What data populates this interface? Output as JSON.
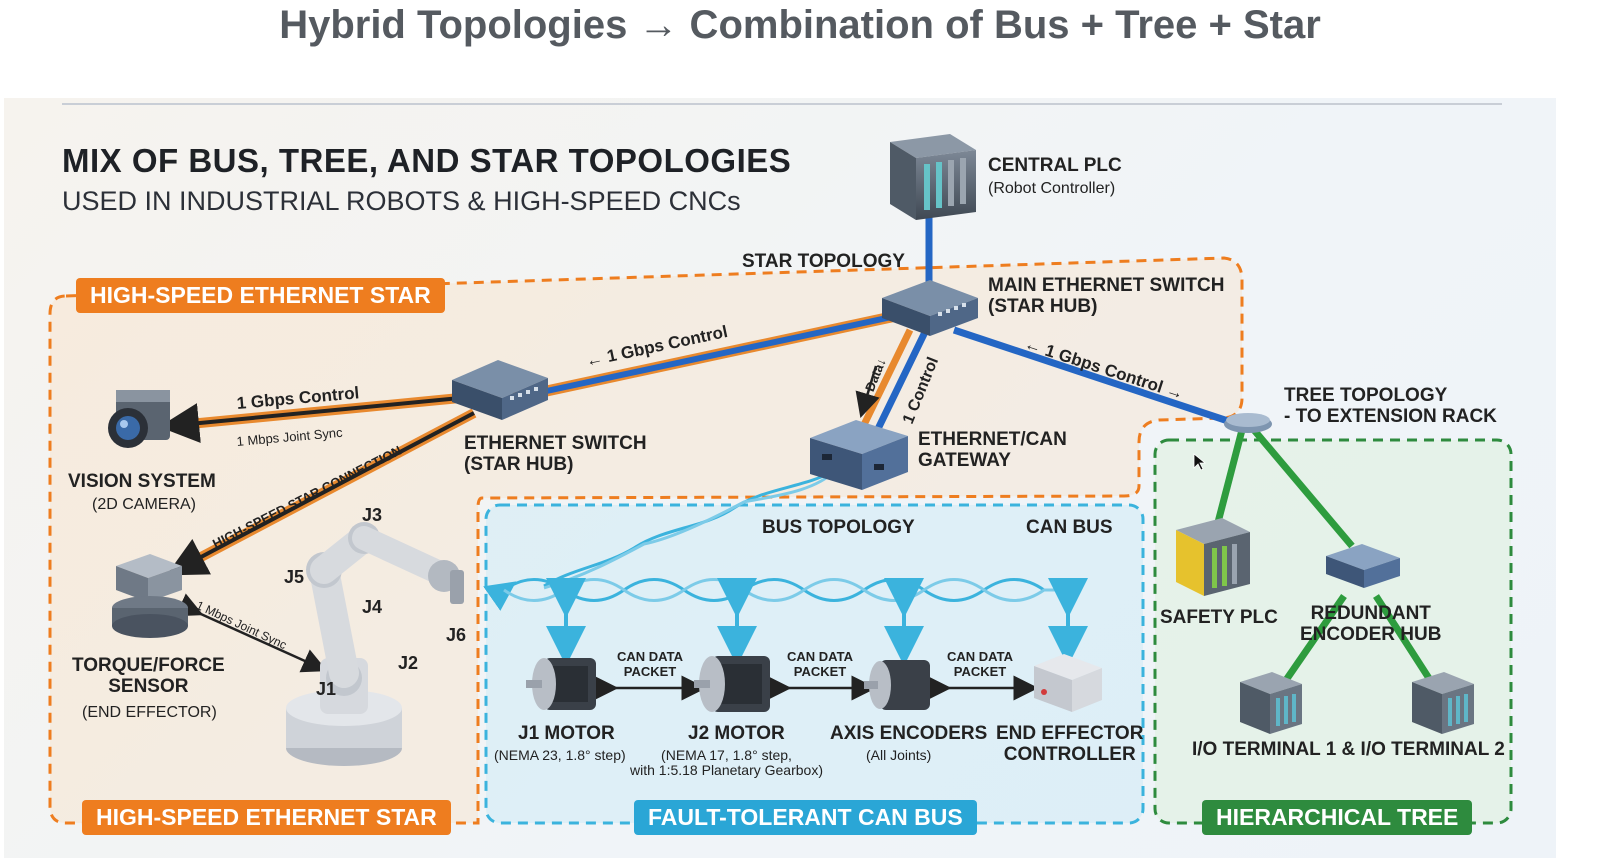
{
  "page": {
    "title": "Hybrid Topologies → Combination of Bus + Tree + Star"
  },
  "diagram": {
    "heading": "MIX OF BUS, TREE, AND STAR TOPOLOGIES",
    "subheading": "USED IN INDUSTRIAL ROBOTS & HIGH-SPEED CNCs",
    "zones": {
      "star_top": "HIGH-SPEED ETHERNET STAR",
      "star_bottom": "HIGH-SPEED ETHERNET STAR",
      "bus": "FAULT-TOLERANT CAN BUS",
      "tree": "HIERARCHICAL TREE"
    },
    "labels": {
      "star_topology": "STAR TOPOLOGY",
      "tree_topology": "TREE TOPOLOGY\n- TO EXTENSION RACK",
      "bus_topology": "BUS TOPOLOGY",
      "can_bus": "CAN BUS"
    },
    "nodes": {
      "central_plc": {
        "name": "CENTRAL PLC",
        "sub": "(Robot Controller)"
      },
      "main_switch": {
        "name": "MAIN ETHERNET SWITCH\n(STAR HUB)"
      },
      "ethernet_switch": {
        "name": "ETHERNET SWITCH\n(STAR HUB)"
      },
      "gateway": {
        "name": "ETHERNET/CAN\nGATEWAY"
      },
      "vision": {
        "name": "VISION SYSTEM",
        "sub": "(2D CAMERA)"
      },
      "torque": {
        "name": "TORQUE/FORCE\nSENSOR",
        "sub": "(END EFFECTOR)"
      },
      "j1_motor": {
        "name": "J1 MOTOR",
        "sub": "(NEMA 23, 1.8° step)"
      },
      "j2_motor": {
        "name": "J2 MOTOR",
        "sub": "(NEMA 17, 1.8° step,\nwith 1:5.18 Planetary Gearbox)"
      },
      "encoders": {
        "name": "AXIS ENCODERS",
        "sub": "(All Joints)"
      },
      "end_effector": {
        "name": "END EFFECTOR\nCONTROLLER"
      },
      "safety_plc": {
        "name": "SAFETY PLC"
      },
      "encoder_hub": {
        "name": "REDUNDANT\nENCODER HUB"
      },
      "io_terminals": {
        "name": "I/O TERMINAL 1 & I/O TERMINAL 2"
      }
    },
    "links": {
      "main_to_switch": "← 1 Gbps Control",
      "main_to_tree": "← 1 Gbps Control →",
      "main_to_gateway_data": "Data↓",
      "main_to_gateway_control": "1 Control",
      "switch_to_vision": "1 Gbps Control",
      "switch_to_vision_sync": "1 Mbps Joint Sync",
      "switch_to_torque": "HIGH-SPEED STAR CONNECTION",
      "torque_to_robot": "1 Mbps Joint Sync",
      "can_packet_1": "CAN DATA\nPACKET",
      "can_packet_2": "CAN DATA\nPACKET",
      "can_packet_3": "CAN DATA\nPACKET"
    },
    "robot_joints": [
      "J1",
      "J2",
      "J3",
      "J4",
      "J5",
      "J6"
    ],
    "colors": {
      "star": "#ee7d1f",
      "bus": "#2aa6d6",
      "tree": "#2e8b3e",
      "ethernet": "#2466c4"
    }
  }
}
